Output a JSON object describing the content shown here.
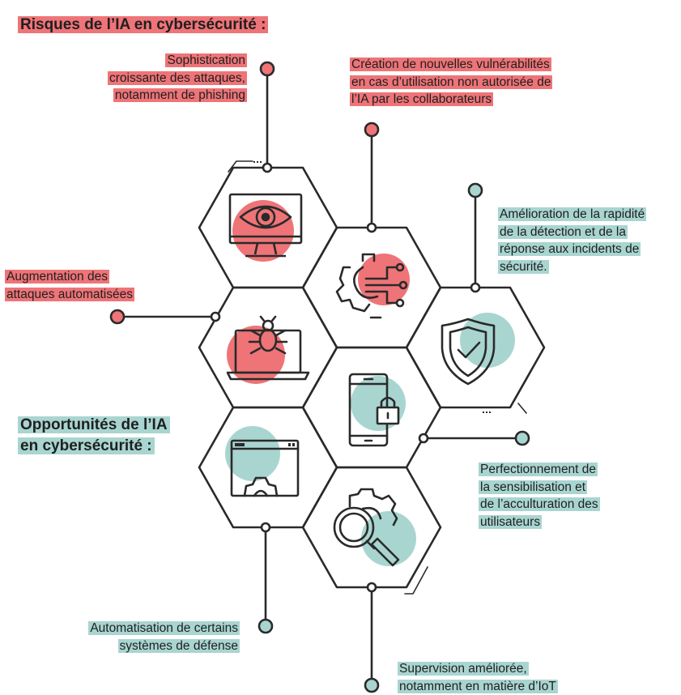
{
  "colors": {
    "risk": "#ee7478",
    "opportunity": "#a9d5d1",
    "line": "#2a2a2a"
  },
  "risks": {
    "title": "Risques de l’IA en cybersécurité :",
    "items": [
      {
        "text": "Sophistication croissante des attaques, notamment de phishing"
      },
      {
        "text": "Création de nouvelles vulnérabilités en cas d’utilisation non autorisée de l’IA par les collaborateurs"
      },
      {
        "text": "Augmentation des attaques automatisées"
      }
    ]
  },
  "opportunities": {
    "title_line1": "Opportunités de l’IA",
    "title_line2": "en cybersécurité :",
    "items": [
      {
        "text": "Amélioration de la rapidité de la détection et de la réponse aux incidents de sécurité."
      },
      {
        "text": "Perfectionnement de la sensibilisation et de l’acculturation des utilisateurs"
      },
      {
        "text": "Automatisation de certains systèmes de défense"
      },
      {
        "text": "Supervision améliorée, notamment en matière d’IoT"
      }
    ]
  },
  "icons": [
    "eye-monitor-icon",
    "ai-chip-gear-icon",
    "shield-check-icon",
    "bug-laptop-icon",
    "phone-lock-icon",
    "browser-gear-icon",
    "magnifier-gear-icon"
  ],
  "label_lines": {
    "r0": [
      "Sophistication",
      "croissante des attaques,",
      "notamment de phishing"
    ],
    "r1": [
      "Création de nouvelles vulnérabilités",
      "en cas d’utilisation non autorisée de",
      "l’IA par les collaborateurs"
    ],
    "r2": [
      "Augmentation des",
      "attaques automatisées"
    ],
    "o0": [
      "Amélioration de la rapidité",
      "de la détection et de la",
      "réponse aux incidents de",
      "sécurité."
    ],
    "o1": [
      "Perfectionnement de",
      "la sensibilisation et",
      "de l’acculturation des",
      "utilisateurs"
    ],
    "o2": [
      "Automatisation de certains",
      "systèmes de défense"
    ],
    "o3": [
      "Supervision améliorée,",
      "notamment en matière d’IoT"
    ]
  }
}
